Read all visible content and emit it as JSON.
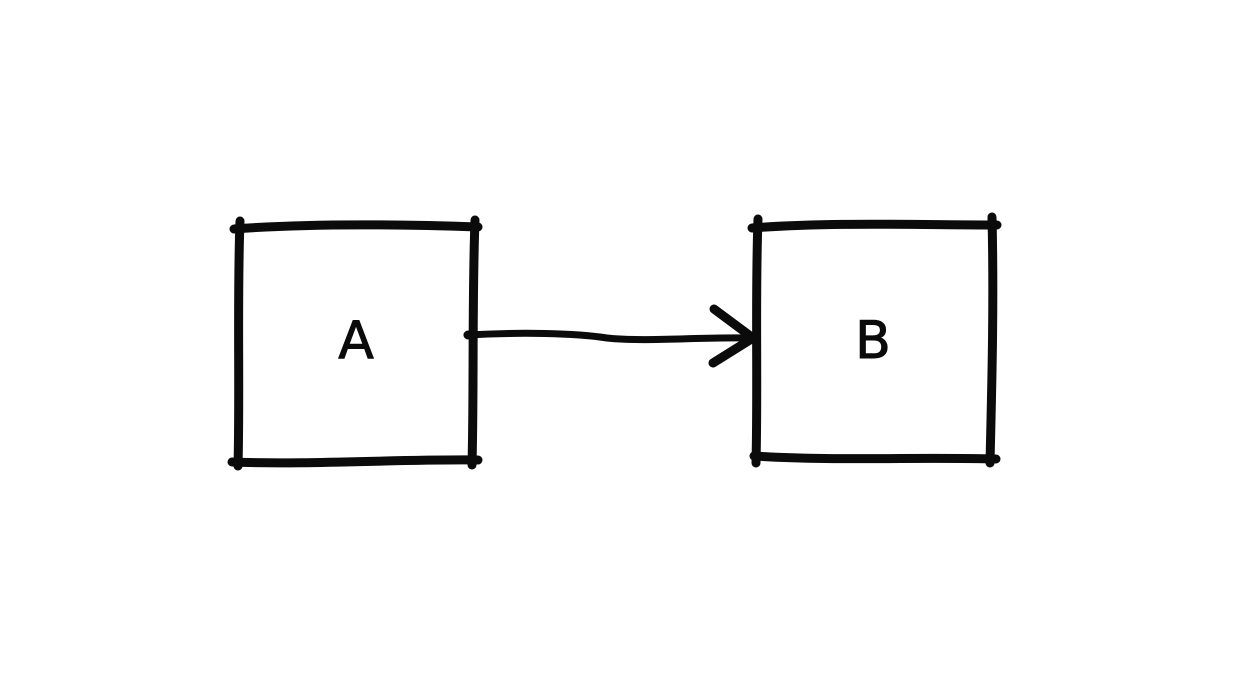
{
  "canvas": {
    "background_color": "#ffffff",
    "ink_color": "#0b0b0b"
  },
  "diagram": {
    "type": "flowchart",
    "style": "hand-drawn",
    "nodes": [
      {
        "id": "A",
        "label": "A",
        "shape": "rectangle"
      },
      {
        "id": "B",
        "label": "B",
        "shape": "rectangle"
      }
    ],
    "edges": [
      {
        "from": "A",
        "to": "B",
        "line": "solid",
        "arrowhead": "arrow",
        "direction": "right"
      }
    ]
  }
}
